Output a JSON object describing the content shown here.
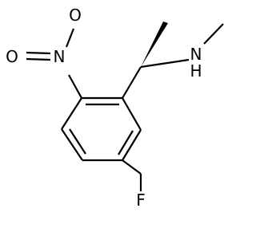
{
  "molecule": {
    "atoms": {
      "oxygen_top": "O",
      "oxygen_left": "O",
      "nitro_nitrogen": "N",
      "amine_nitrogen": "N",
      "amine_hydrogen": "H",
      "fluorine": "F"
    }
  },
  "colors": {
    "bond": "#000000",
    "background": "#ffffff"
  }
}
